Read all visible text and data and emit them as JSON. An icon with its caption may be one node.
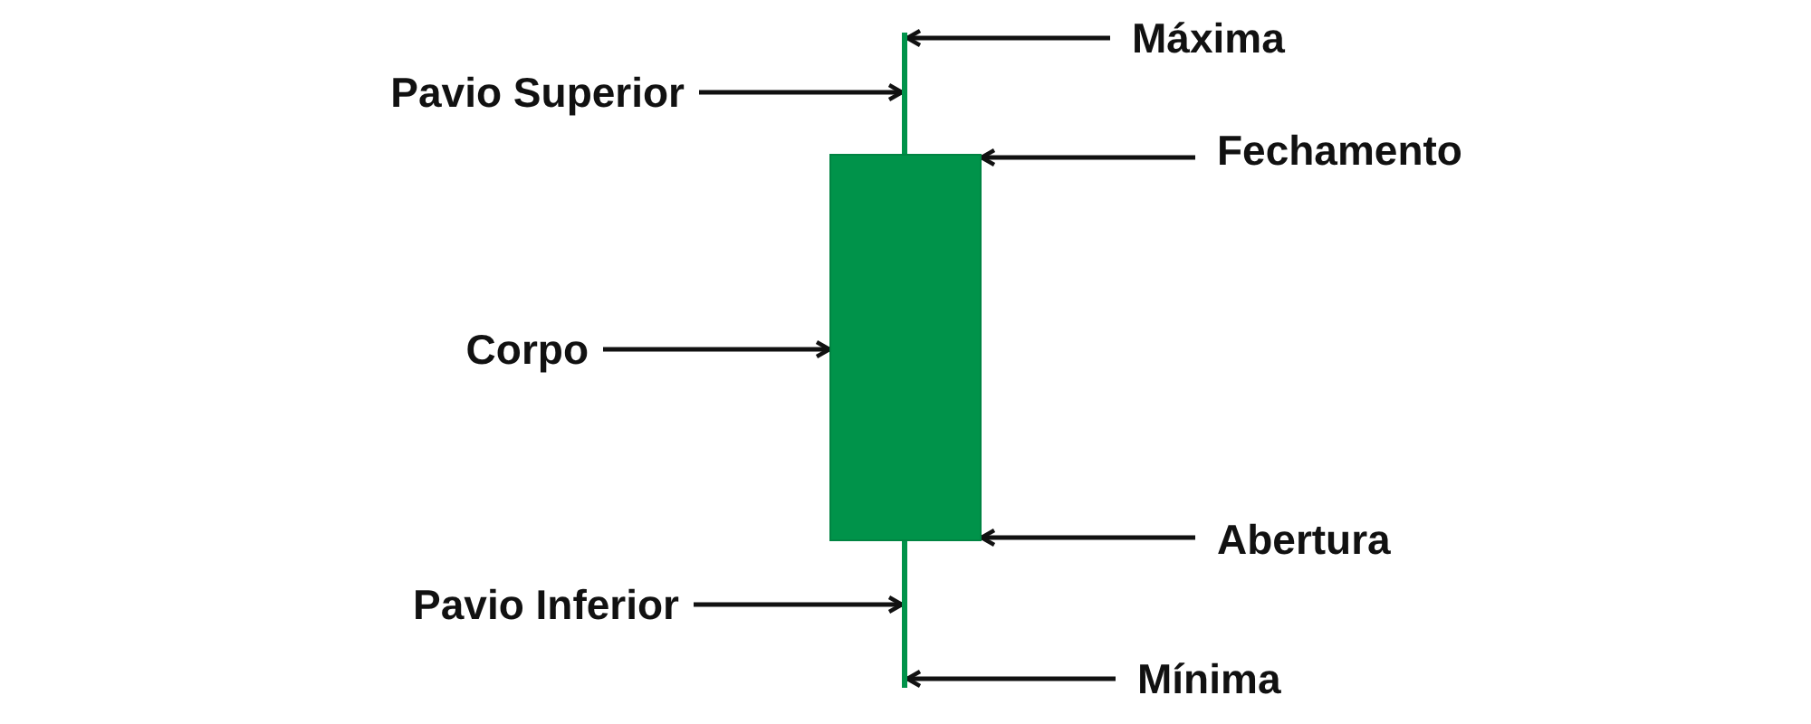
{
  "diagram": {
    "nodes": [
      {
        "text": [
          "Pavio Superior"
        ]
      },
      {
        "text": [
          "Máxima"
        ]
      },
      {
        "text": [
          "Fechamento"
        ]
      },
      {
        "text": [
          "Corpo"
        ]
      },
      {
        "text": [
          "Abertura"
        ]
      },
      {
        "text": [
          "Pavio Inferior"
        ]
      },
      {
        "text": [
          "Mínima"
        ]
      },
      {
        "text": [],
        "shape": "bar"
      },
      {
        "text": [],
        "shape": "box"
      },
      {
        "text": [],
        "shape": "bar"
      }
    ],
    "edges": [
      {
        "from": 0,
        "to": 7,
        "arrow": "to"
      },
      {
        "from": 1,
        "to": 7,
        "arrow": "to"
      },
      {
        "from": 2,
        "to": 8,
        "arrow": "to"
      },
      {
        "from": 3,
        "to": 8,
        "arrow": "to"
      },
      {
        "from": 4,
        "to": 8,
        "arrow": "to"
      },
      {
        "from": 5,
        "to": 9,
        "arrow": "to"
      },
      {
        "from": 6,
        "to": 9,
        "arrow": "to"
      }
    ]
  }
}
